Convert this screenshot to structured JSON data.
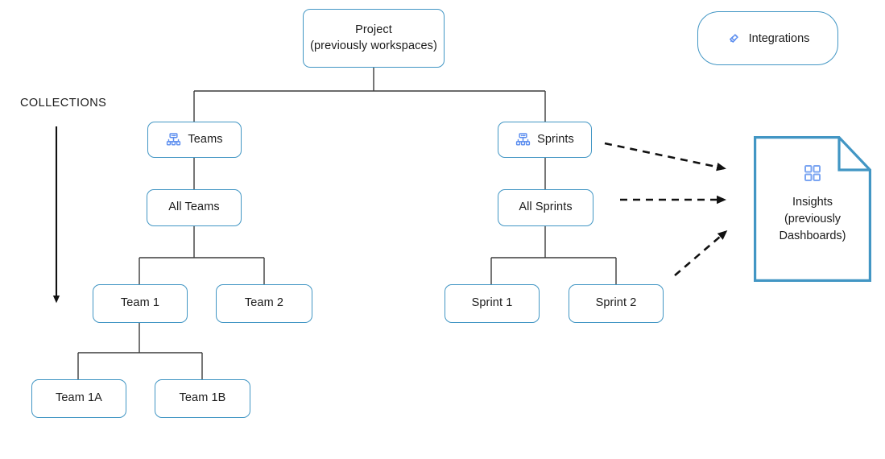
{
  "diagram": {
    "title_label": "COLLECTIONS",
    "accent_color": "#4296c4",
    "icon_color": "#5b8def",
    "line_color": "#3c3c3c",
    "text_color": "#1b1b1b"
  },
  "nodes": {
    "project": {
      "label": "Project\n(previously workspaces)",
      "icon": "none"
    },
    "integrations": {
      "label": "Integrations",
      "icon": "link-icon"
    },
    "teams": {
      "label": "Teams",
      "icon": "sitemap-icon"
    },
    "all_teams": {
      "label": "All Teams",
      "icon": "none"
    },
    "team1": {
      "label": "Team 1",
      "icon": "none"
    },
    "team2": {
      "label": "Team 2",
      "icon": "none"
    },
    "team1a": {
      "label": "Team 1A",
      "icon": "none"
    },
    "team1b": {
      "label": "Team 1B",
      "icon": "none"
    },
    "sprints": {
      "label": "Sprints",
      "icon": "sitemap-icon"
    },
    "all_sprints": {
      "label": "All Sprints",
      "icon": "none"
    },
    "sprint1": {
      "label": "Sprint 1",
      "icon": "none"
    },
    "sprint2": {
      "label": "Sprint 2",
      "icon": "none"
    },
    "insights": {
      "label": "Insights\n(previously\nDashboards)",
      "icon": "grid-icon"
    }
  },
  "connectors": {
    "solid_style": "orthogonal",
    "dashed_style": "dashed-arrow",
    "dashed_count": 3
  }
}
